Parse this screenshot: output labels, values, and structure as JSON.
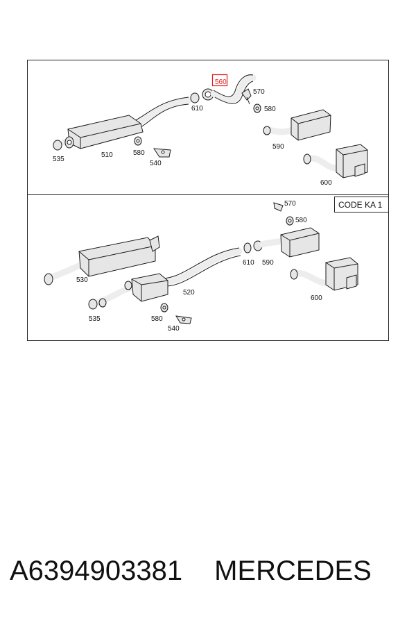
{
  "diagram": {
    "code_label": "CODE KA 1",
    "upper": {
      "labels": [
        "560",
        "570",
        "580",
        "610",
        "590",
        "600",
        "510",
        "535",
        "580",
        "540"
      ]
    },
    "lower": {
      "labels": [
        "570",
        "580",
        "610",
        "590",
        "530",
        "520",
        "600",
        "535",
        "580",
        "540"
      ]
    },
    "highlight_color": "#e02020"
  },
  "footer": {
    "part_number": "A6394903381",
    "brand": "MERCEDES"
  }
}
